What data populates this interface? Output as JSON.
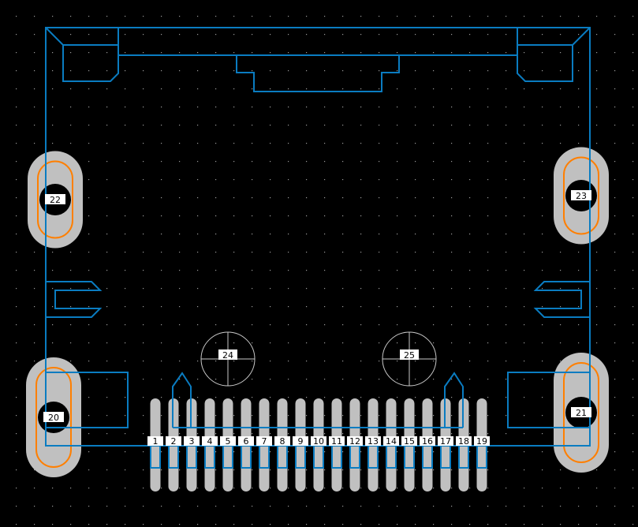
{
  "colors": {
    "background": "#000000",
    "outline": "#0a7cc1",
    "pad": "#c0c0c0",
    "drill": "#ff7f00",
    "courtyard": "#c8c8c8",
    "label_bg": "#ffffff"
  },
  "pins": [
    "1",
    "2",
    "3",
    "4",
    "5",
    "6",
    "7",
    "8",
    "9",
    "10",
    "11",
    "12",
    "13",
    "14",
    "15",
    "16",
    "17",
    "18",
    "19"
  ],
  "mount_pads": {
    "left_top": "22",
    "right_top": "23",
    "left_bottom": "20",
    "right_bottom": "21"
  },
  "holes": {
    "left": "24",
    "right": "25"
  }
}
